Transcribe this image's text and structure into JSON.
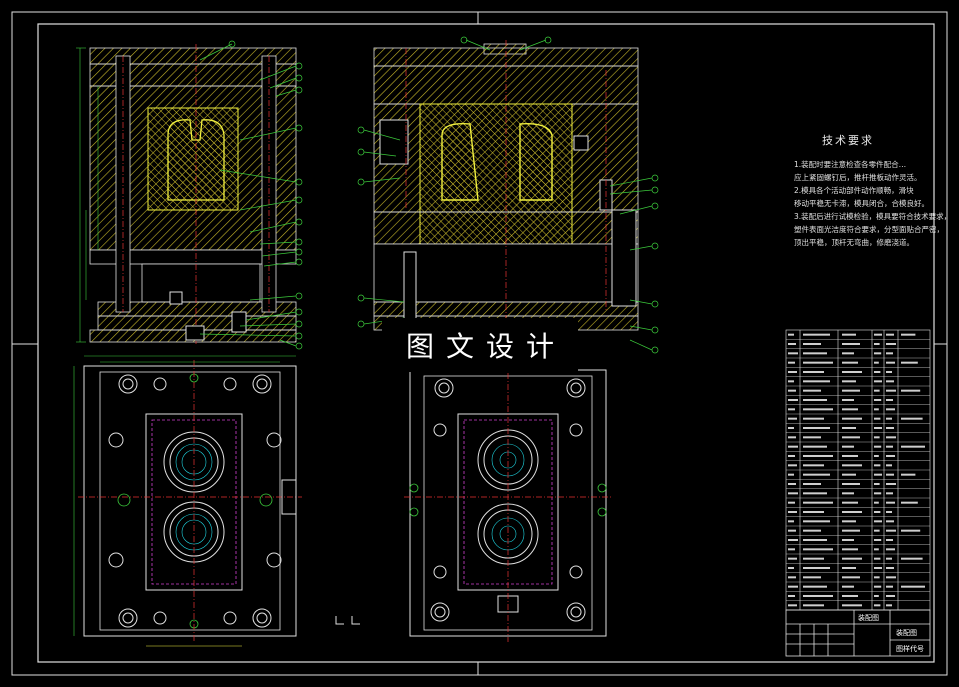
{
  "watermark_text": "图文设计",
  "tech_requirements": {
    "title": "技术要求",
    "notes": [
      "1.装配时要注意检查各零件配合…",
      "应上紧固螺钉后，推杆推板动作灵活。",
      "2.模具各个活动部件动作顺畅，滑块",
      "移动平稳无卡滞，模具闭合，合模良好。",
      "3.装配后进行试模检验，模具要符合技术要求，",
      "塑件表面光洁度符合要求，分型面贴合严密，",
      "顶出平稳，顶杆无弯曲，修磨浇道。"
    ]
  },
  "title_block": {
    "label_a": "装配图",
    "label_b": "装配图",
    "label_c": "图样代号"
  },
  "colors": {
    "frame": "#e0e0e0",
    "hatch": "#d8c832",
    "cyan": "#1fd4e0",
    "green": "#3ccc3c",
    "red": "#e83232",
    "magenta": "#d040d0",
    "yellow": "#f0f040",
    "white": "#e8e8e8"
  }
}
